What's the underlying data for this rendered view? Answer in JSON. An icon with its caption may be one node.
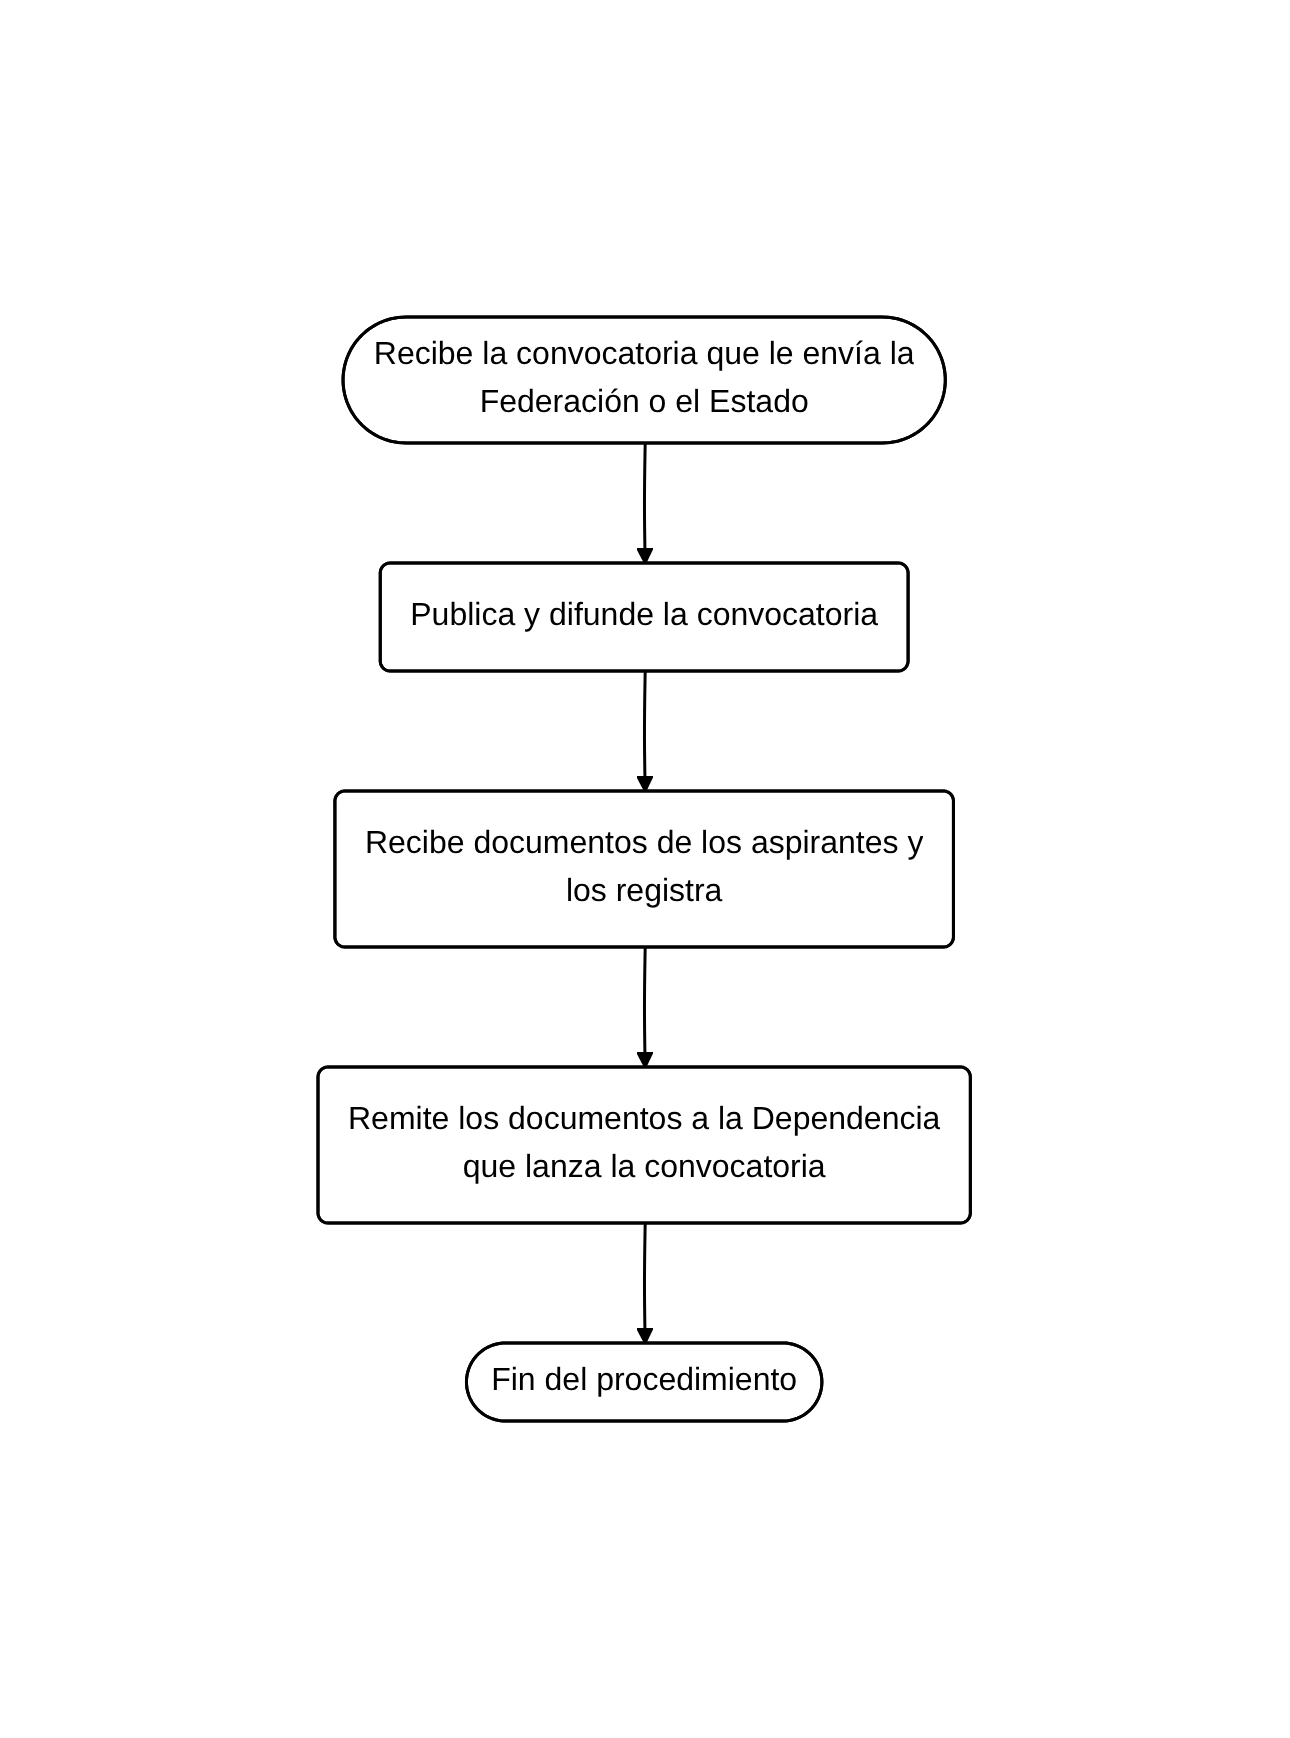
{
  "diagram": {
    "nodes": [
      {
        "text": [
          "Recibe la convocatoria que le envía la Federación o el Estado"
        ]
      },
      {
        "text": [
          "Publica y difunde la convocatoria"
        ]
      },
      {
        "text": [
          "Recibe documentos de los aspirantes y los registra"
        ]
      },
      {
        "text": [
          "Remite los documentos a la Dependencia que lanza la convocatoria"
        ]
      },
      {
        "text": [
          "Fin del procedimiento"
        ]
      }
    ],
    "edges": [
      {
        "from": 0,
        "to": 1,
        "arrow": "to"
      },
      {
        "from": 1,
        "to": 2,
        "arrow": "to"
      },
      {
        "from": 2,
        "to": 3,
        "arrow": "to"
      },
      {
        "from": 3,
        "to": 4,
        "arrow": "to"
      }
    ]
  }
}
